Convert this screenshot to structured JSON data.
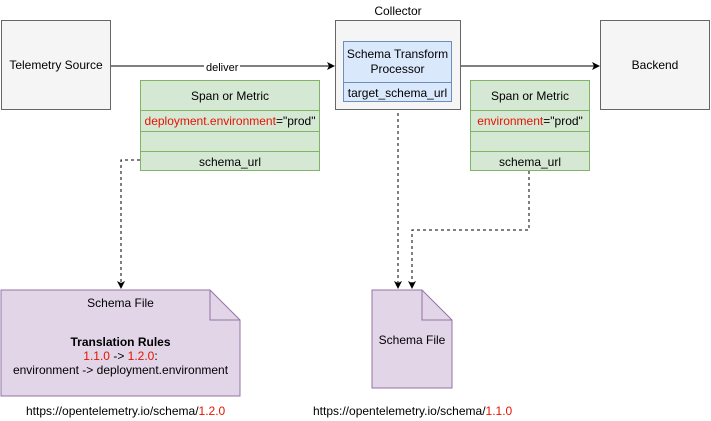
{
  "telemetry_source": {
    "label": "Telemetry Source"
  },
  "collector": {
    "title": "Collector",
    "processor": {
      "name_line1": "Schema Transform",
      "name_line2": "Processor",
      "field": "target_schema_url"
    }
  },
  "backend": {
    "label": "Backend"
  },
  "deliver_label": "deliver",
  "span_left": {
    "title": "Span or Metric",
    "attr_key": "deployment.environment",
    "attr_eq": "=\"prod\"",
    "schema_field": "schema_url"
  },
  "span_right": {
    "title": "Span or Metric",
    "attr_key": "environment",
    "attr_eq": "=\"prod\"",
    "schema_field": "schema_url"
  },
  "schema_file_left": {
    "title": "Schema File",
    "rules_heading": "Translation Rules",
    "version_from": "1.1.0",
    "arrow": " -> ",
    "version_to": "1.2.0",
    "colon": ":",
    "rule": "environment -> deployment.environment"
  },
  "schema_file_right": {
    "title": "Schema File"
  },
  "url_left": {
    "prefix": "https://opentelemetry.io/schema/",
    "version": "1.2.0"
  },
  "url_right": {
    "prefix": "https://opentelemetry.io/schema/",
    "version": "1.1.0"
  },
  "colors": {
    "grey_fill": "#f5f5f5",
    "processor_fill": "#dae8fc",
    "span_fill": "#d5e8d4",
    "file_fill": "#e1d5e7",
    "highlight_red": "#e51400"
  }
}
